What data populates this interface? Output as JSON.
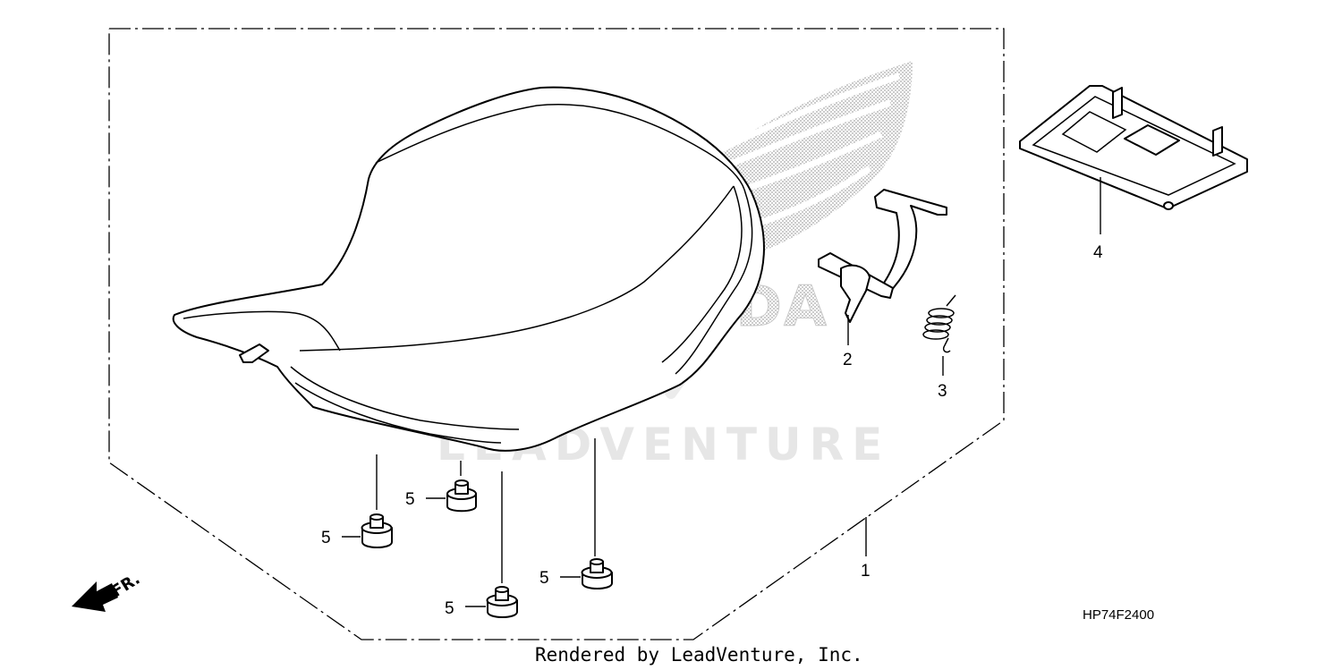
{
  "callouts": [
    {
      "id": "1",
      "label": "1"
    },
    {
      "id": "2",
      "label": "2"
    },
    {
      "id": "3",
      "label": "3"
    },
    {
      "id": "4",
      "label": "4"
    },
    {
      "id": "5a",
      "label": "5"
    },
    {
      "id": "5b",
      "label": "5"
    },
    {
      "id": "5c",
      "label": "5"
    },
    {
      "id": "5d",
      "label": "5"
    }
  ],
  "diagram_code": "HP74F2400",
  "front_indicator": "FR.",
  "watermark": {
    "brand_logo": "HONDA",
    "dealer": "LEADVENTURE"
  },
  "credit": "Rendered by LeadVenture, Inc."
}
